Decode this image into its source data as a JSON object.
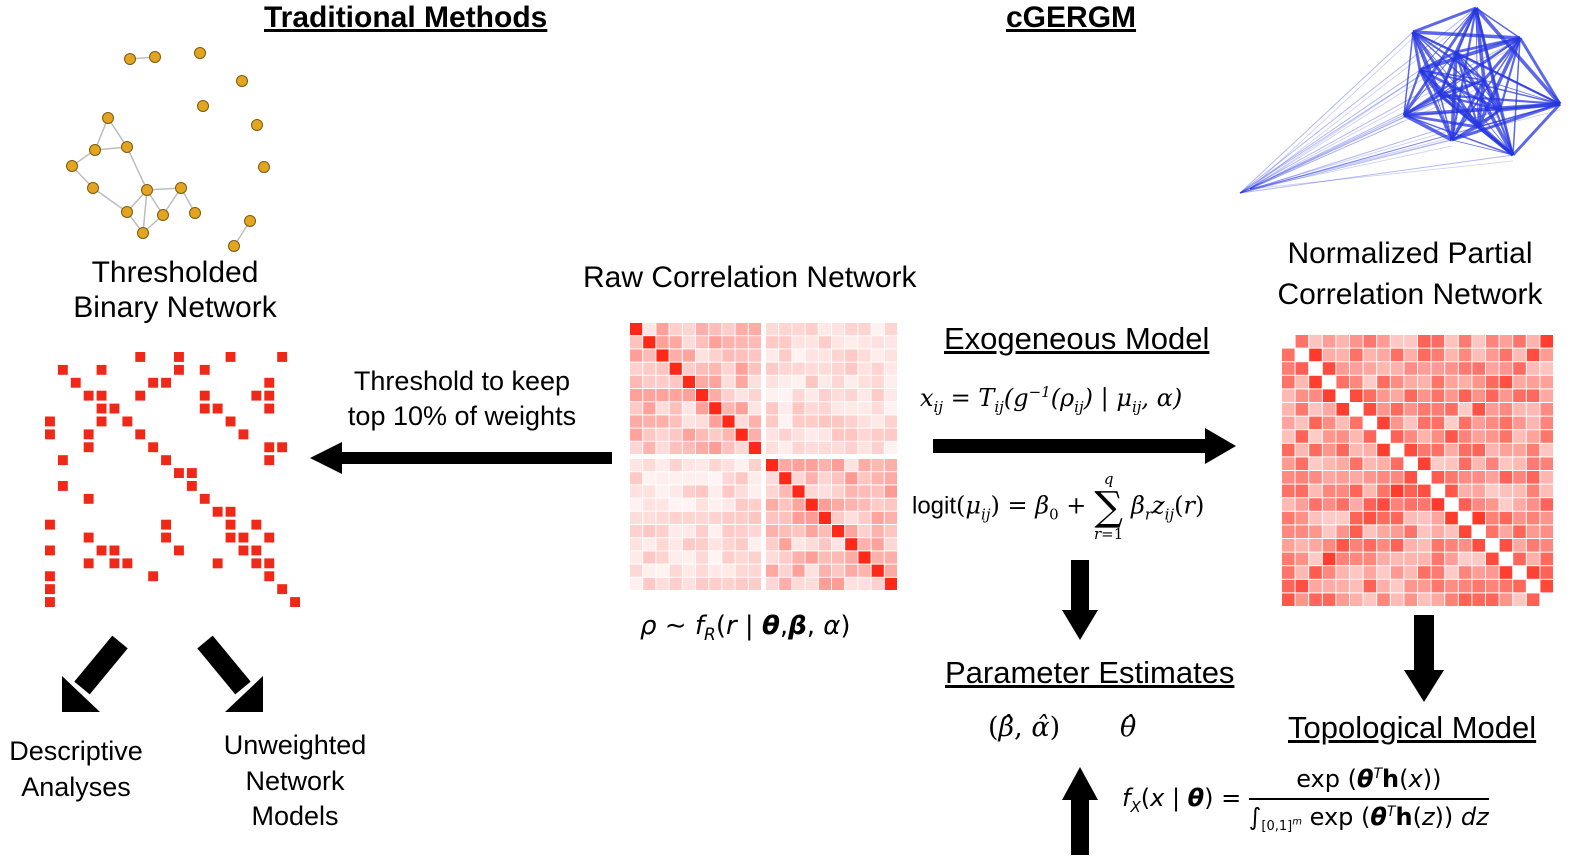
{
  "headings": {
    "traditional": "Traditional Methods",
    "cgergm": "cGERGM"
  },
  "labels": {
    "thresholded_line1": "Thresholded",
    "thresholded_line2": "Binary Network",
    "raw": "Raw Correlation Network",
    "normalized_line1": "Normalized Partial",
    "normalized_line2": "Correlation Network",
    "threshold_line1": "Threshold to keep",
    "threshold_line2": "top 10% of weights",
    "exogeneous": "Exogeneous Model",
    "parameter_estimates": "Parameter Estimates",
    "topological": "Topological Model",
    "descriptive_line1": "Descriptive",
    "descriptive_line2": "Analyses",
    "unweighted_line1": "Unweighted",
    "unweighted_line2": "Network",
    "unweighted_line3": "Models"
  },
  "formulas": {
    "rho": "ρ ~ f_R(r | θ, β, α)",
    "x_ij": "x_ij = T_ij(g⁻¹(ρ_ij) | μ_ij, α)",
    "logit": "logit(μ_ij) = β₀ + Σ_{r=1}^{q} β_r z_ij(r)",
    "estimates_beta_alpha": "(β̂, α̂)",
    "estimates_theta": "θ̂",
    "fx": "f_X(x | θ) = exp(θᵀh(x)) / ∫_[0,1]^m exp(θᵀh(z)) dz"
  },
  "colors": {
    "node": "#e3a520",
    "edge": "#bdbdbd",
    "matrix_red": "#f02818",
    "network_blue": "#2535e0",
    "arrow": "#000000"
  }
}
